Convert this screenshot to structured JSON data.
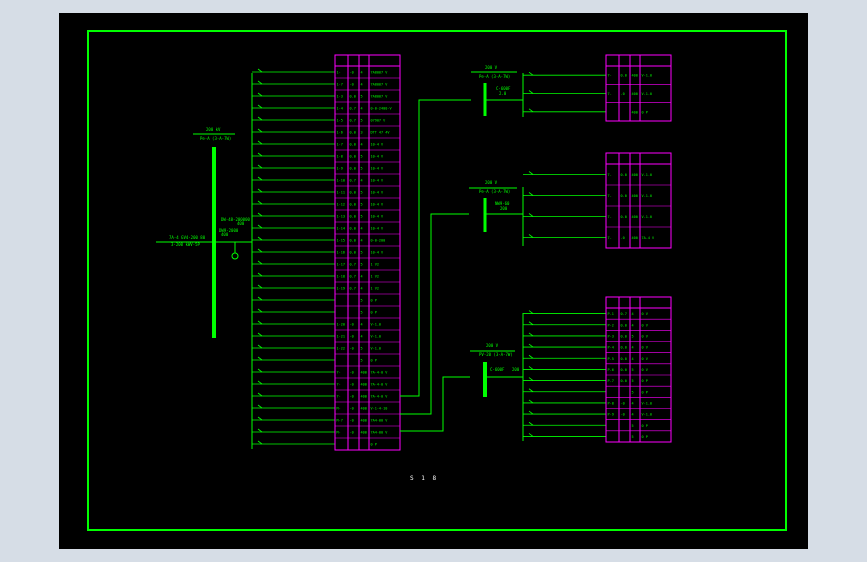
{
  "colors": {
    "background": "#d6dde6",
    "canvas": "#000000",
    "frame": "#00ff00",
    "wire": "#00ff00",
    "table": "#ff00ff",
    "text": "#00ff00"
  },
  "sheet": {
    "title": "S 1 8"
  },
  "main_panel": {
    "bus_label": "200 kV",
    "bus_sublabel": "Pe-A (3-A-7W)",
    "incoming_label": "7A-4 GV4-200 80",
    "incoming_sublabel": "3-200 kWV-5P",
    "breaker_label": "DW9-2000",
    "breaker_sublabel": "400",
    "switch_label": "DW-48-200000",
    "switch_value": "400",
    "rows": [
      {
        "c1": "1-",
        "c2": "-0",
        "c3": "4",
        "c4": "7A8007 V"
      },
      {
        "c1": "1-7",
        "c2": "-0",
        "c3": "4",
        "c4": "7A8007 V"
      },
      {
        "c1": "1-3",
        "c2": "0.0",
        "c3": "5",
        "c4": "7A8007 V"
      },
      {
        "c1": "1-4",
        "c2": "0.7",
        "c3": "4",
        "c4": "0-0-2400-V"
      },
      {
        "c1": "1-5",
        "c2": "0.7",
        "c3": "5",
        "c4": "07907 V"
      },
      {
        "c1": "1-6",
        "c2": "0.0",
        "c3": "3",
        "c4": "DTT 47 4V"
      },
      {
        "c1": "1-7",
        "c2": "0.0",
        "c3": "4",
        "c4": "10-4 V"
      },
      {
        "c1": "1-8",
        "c2": "0.0",
        "c3": "5",
        "c4": "10-4 V"
      },
      {
        "c1": "1-9",
        "c2": "0.0",
        "c3": "5",
        "c4": "10-4 V"
      },
      {
        "c1": "1-10",
        "c2": "0.7",
        "c3": "4",
        "c4": "10-4 V"
      },
      {
        "c1": "1-11",
        "c2": "0.0",
        "c3": "5",
        "c4": "10-4 V"
      },
      {
        "c1": "1-12",
        "c2": "0.0",
        "c3": "5",
        "c4": "10-4 V"
      },
      {
        "c1": "1-13",
        "c2": "0.0",
        "c3": "5",
        "c4": "10-4 V"
      },
      {
        "c1": "1-14",
        "c2": "0.0",
        "c3": "4",
        "c4": "10-4 V"
      },
      {
        "c1": "1-15",
        "c2": "0.0",
        "c3": "4",
        "c4": "0-0-200"
      },
      {
        "c1": "1-16",
        "c2": "0.0",
        "c3": "5",
        "c4": "10-4 V"
      },
      {
        "c1": "1-17",
        "c2": "0.7",
        "c3": "5",
        "c4": "1 V2"
      },
      {
        "c1": "1-18",
        "c2": "0.7",
        "c3": "4",
        "c4": "1 V2"
      },
      {
        "c1": "1-19",
        "c2": "0.7",
        "c3": "4",
        "c4": "1 V2"
      },
      {
        "c1": "",
        "c2": "",
        "c3": "5",
        "c4": "0 P"
      },
      {
        "c1": "",
        "c2": "",
        "c3": "5",
        "c4": "0 P"
      },
      {
        "c1": "1-20",
        "c2": "-0",
        "c3": "4",
        "c4": "V-1.0"
      },
      {
        "c1": "1-21",
        "c2": "-0",
        "c3": "4",
        "c4": "V-1.0"
      },
      {
        "c1": "1-22",
        "c2": "-0",
        "c3": "5",
        "c4": "V-1.0"
      },
      {
        "c1": "",
        "c2": "",
        "c3": "5",
        "c4": "0 P"
      },
      {
        "c1": "7-",
        "c2": "-0",
        "c3": "400",
        "c4": "7A-4-0 V"
      },
      {
        "c1": "7-",
        "c2": "-0",
        "c3": "400",
        "c4": "7A-4-0 V"
      },
      {
        "c1": "7-",
        "c2": "-0",
        "c3": "400",
        "c4": "7A-4-0 V"
      },
      {
        "c1": "M-",
        "c2": "-0",
        "c3": "400",
        "c4": "V-1-4-10"
      },
      {
        "c1": "M-7",
        "c2": "-0",
        "c3": "400",
        "c4": "7A4-00 V"
      },
      {
        "c1": "M-",
        "c2": "-0",
        "c3": "400",
        "c4": "7A4-00 V"
      },
      {
        "c1": "",
        "c2": "",
        "c3": "",
        "c4": "0 P"
      }
    ]
  },
  "panel_1": {
    "bus_label": "200 V",
    "bus_sublabel": "Pe-A (3-A-7W)",
    "breaker_label": "C-600F",
    "breaker_sublabel": "2.0",
    "rows": [
      {
        "c1": "7-",
        "c2": "0.0",
        "c3": "400",
        "c4": "V-1.0"
      },
      {
        "c1": "7-",
        "c2": "-0",
        "c3": "400",
        "c4": "V-1.0"
      },
      {
        "c1": "",
        "c2": "",
        "c3": "400",
        "c4": "0 P"
      }
    ]
  },
  "panel_2": {
    "bus_label": "200 V",
    "bus_sublabel": "Pe-A (3-A-7W)",
    "breaker_label": "NW9-60",
    "breaker_sublabel": "200",
    "rows": [
      {
        "c1": "7-",
        "c2": "0.0",
        "c3": "400",
        "c4": "V-1.0"
      },
      {
        "c1": "7-",
        "c2": "0.0",
        "c3": "400",
        "c4": "V-1.0"
      },
      {
        "c1": "7-",
        "c2": "0.0",
        "c3": "400",
        "c4": "V-1.0"
      },
      {
        "c1": "7-",
        "c2": "-0",
        "c3": "400",
        "c4": "7A-4 V"
      }
    ]
  },
  "panel_3": {
    "bus_label": "200 V",
    "bus_sublabel": "PV-20 (3-A-7W)",
    "breaker_label": "C-600F",
    "breaker_sublabel": "200",
    "rows": [
      {
        "c1": "P-1",
        "c2": "0.7",
        "c3": "4",
        "c4": "0 V"
      },
      {
        "c1": "P-2",
        "c2": "0.0",
        "c3": "4",
        "c4": "0 V"
      },
      {
        "c1": "P-3",
        "c2": "0.0",
        "c3": "5",
        "c4": "0 V"
      },
      {
        "c1": "P-4",
        "c2": "0.0",
        "c3": "4",
        "c4": "0 V"
      },
      {
        "c1": "P-5",
        "c2": "0.0",
        "c3": "4",
        "c4": "0 V"
      },
      {
        "c1": "P-6",
        "c2": "0.0",
        "c3": "5",
        "c4": "0 V"
      },
      {
        "c1": "P-7",
        "c2": "0.0",
        "c3": "5",
        "c4": "0 P"
      },
      {
        "c1": "",
        "c2": "",
        "c3": "5",
        "c4": "0 P"
      },
      {
        "c1": "P-8",
        "c2": "-0",
        "c3": "4",
        "c4": "V-1.0"
      },
      {
        "c1": "P-9",
        "c2": "-0",
        "c3": "4",
        "c4": "V-1.0"
      },
      {
        "c1": "",
        "c2": "",
        "c3": "5",
        "c4": "0 P"
      },
      {
        "c1": "",
        "c2": "",
        "c3": "5",
        "c4": "0 P"
      }
    ]
  }
}
